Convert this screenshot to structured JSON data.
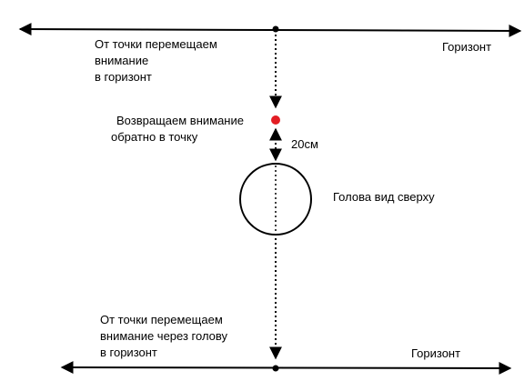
{
  "colors": {
    "stroke": "#000000",
    "focus_dot": "#e31e24",
    "background": "#ffffff"
  },
  "top_horizon": {
    "label": "Горизонт",
    "caption_lines": [
      "От точки перемещаем",
      "внимание",
      "в горизонт"
    ]
  },
  "return_point": {
    "caption_lines": [
      "Возвращаем внимание",
      "обратно в точку"
    ],
    "dot_name": "red-dot"
  },
  "distance": {
    "label": "20см"
  },
  "head": {
    "label": "Голова вид сверху"
  },
  "bottom_horizon": {
    "label": "Горизонт",
    "caption_lines": [
      "От точки перемещаем",
      "внимание через голову",
      "в горизонт"
    ]
  }
}
